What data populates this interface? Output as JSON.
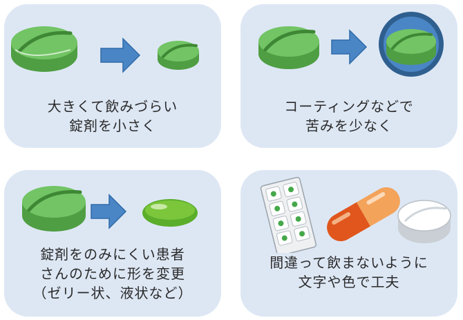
{
  "panels": [
    {
      "id": "shrink",
      "lines": [
        "大きくて飲みづらい",
        "錠剤を小さく"
      ]
    },
    {
      "id": "coating",
      "lines": [
        "コーティングなどで",
        "苦みを少なく"
      ]
    },
    {
      "id": "shape",
      "lines": [
        "錠剤をのみにくい患者",
        "さんのために形を変更",
        "（ゼリー状、液状など）"
      ]
    },
    {
      "id": "look",
      "lines": [
        "間違って飲まないように",
        "文字や色で工夫"
      ]
    }
  ],
  "colors": {
    "panel_bg": "#dde7f4",
    "pill_green": "#6abf59",
    "pill_green_dark": "#4f9e43",
    "arrow_blue": "#4a86c5",
    "coating_ring": "#2f5f8f",
    "capsule_orange": "#f08a2c",
    "capsule_red": "#e0561c",
    "blister_green": "#45a84a"
  }
}
